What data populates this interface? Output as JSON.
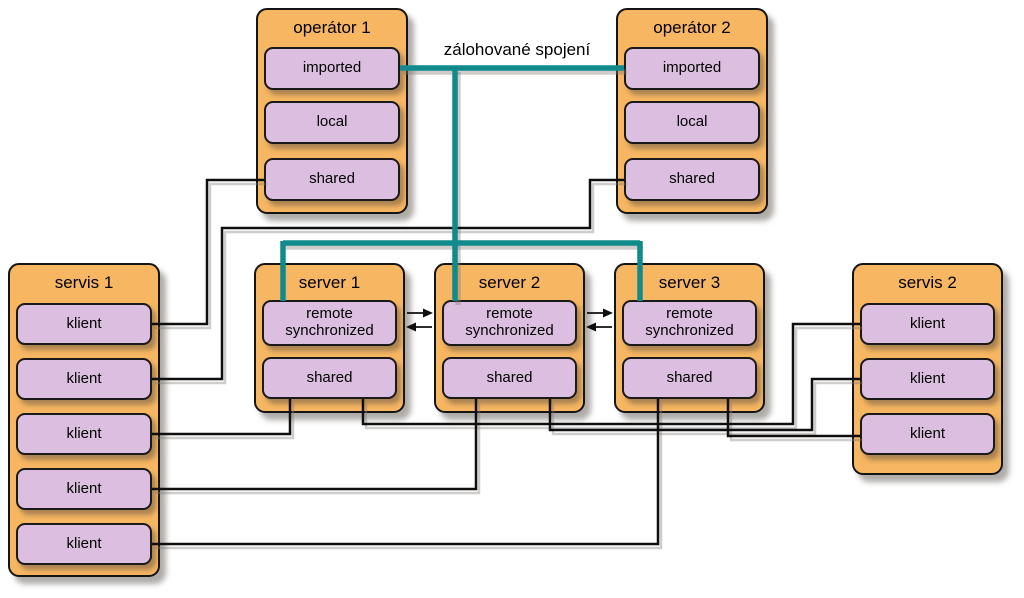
{
  "backup_link_label": "zálohované spojení",
  "colors": {
    "box_orange": "#f6b662",
    "box_purple": "#dcbfe0",
    "backup_teal": "#118a8c",
    "wire_black": "#0f0f0f"
  },
  "nodes": {
    "operator1": {
      "title": "operátor 1",
      "items": {
        "imported": "imported",
        "local": "local",
        "shared": "shared"
      }
    },
    "operator2": {
      "title": "operátor 2",
      "items": {
        "imported": "imported",
        "local": "local",
        "shared": "shared"
      }
    },
    "server1": {
      "title": "server 1",
      "items": {
        "remote": "remote synchronized",
        "shared": "shared"
      }
    },
    "server2": {
      "title": "server 2",
      "items": {
        "remote": "remote synchronized",
        "shared": "shared"
      }
    },
    "server3": {
      "title": "server 3",
      "items": {
        "remote": "remote synchronized",
        "shared": "shared"
      }
    },
    "servis1": {
      "title": "servis 1",
      "clients": [
        "klient",
        "klient",
        "klient",
        "klient",
        "klient"
      ]
    },
    "servis2": {
      "title": "servis 2",
      "clients": [
        "klient",
        "klient",
        "klient"
      ]
    }
  }
}
